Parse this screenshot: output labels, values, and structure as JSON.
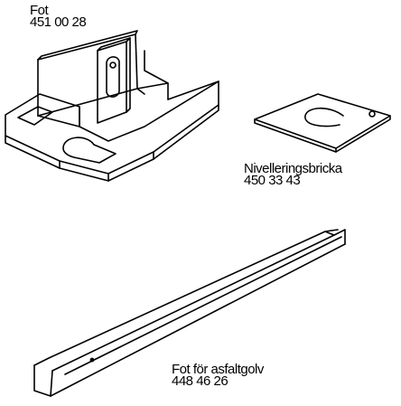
{
  "parts": [
    {
      "name": "Fot",
      "number": "451 00 28"
    },
    {
      "name": "Nivelleringsbricka",
      "number": "450 33 43"
    },
    {
      "name": "Fot för asfaltgolv",
      "number": "448 46 26"
    }
  ],
  "colors": {
    "ink": "#000000",
    "paper": "#ffffff"
  }
}
